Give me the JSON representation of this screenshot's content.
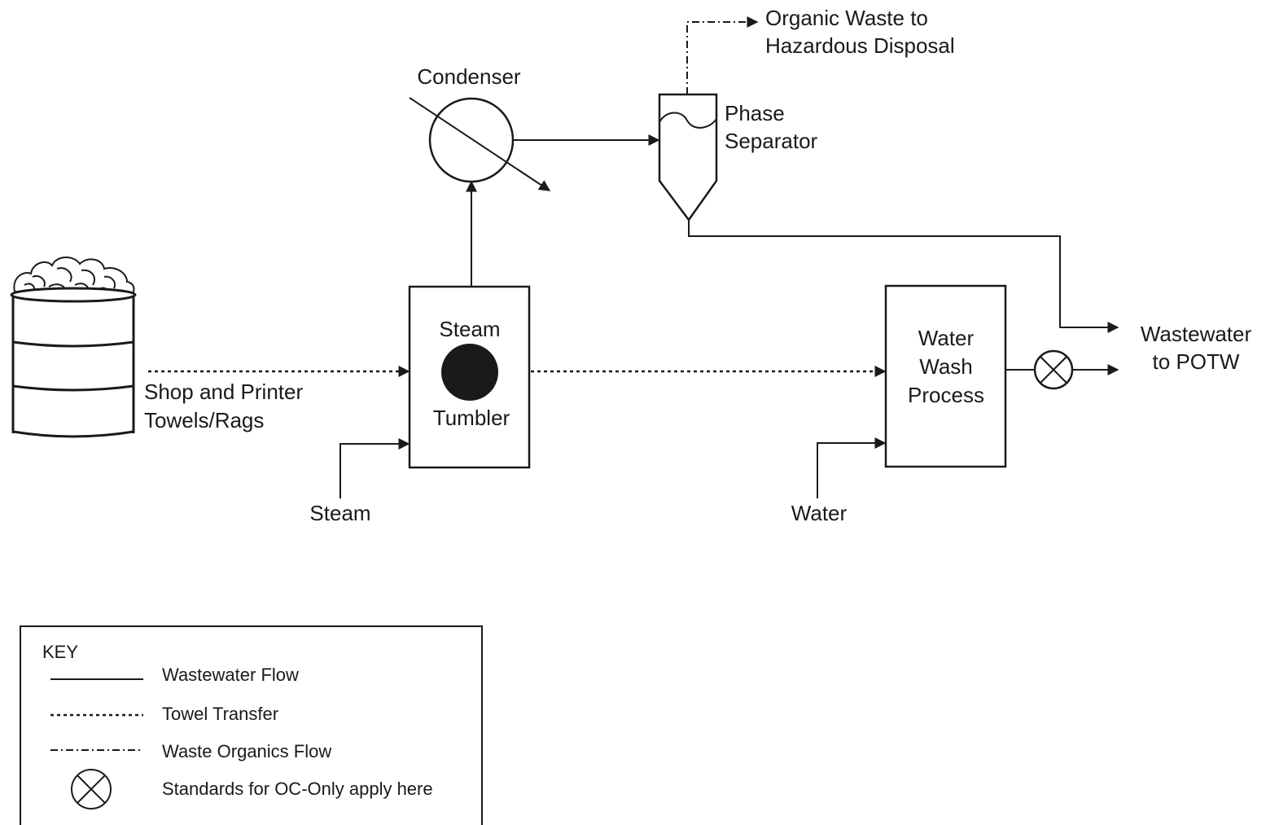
{
  "labels": {
    "condenser": "Condenser",
    "organic_waste_line1": "Organic Waste to",
    "organic_waste_line2": "Hazardous Disposal",
    "phase_separator_line1": "Phase",
    "phase_separator_line2": "Separator",
    "shop_towels_line1": "Shop and Printer",
    "shop_towels_line2": "Towels/Rags",
    "steam_tumbler_top": "Steam",
    "steam_tumbler_bottom": "Tumbler",
    "steam_input": "Steam",
    "water_wash_line1": "Water",
    "water_wash_line2": "Wash",
    "water_wash_line3": "Process",
    "water_input": "Water",
    "wastewater_line1": "Wastewater",
    "wastewater_line2": "to POTW"
  },
  "key": {
    "title": "KEY",
    "wastewater_flow": "Wastewater Flow",
    "towel_transfer": "Towel Transfer",
    "waste_organics_flow": "Waste Organics Flow",
    "standards": "Standards for OC-Only apply here"
  }
}
